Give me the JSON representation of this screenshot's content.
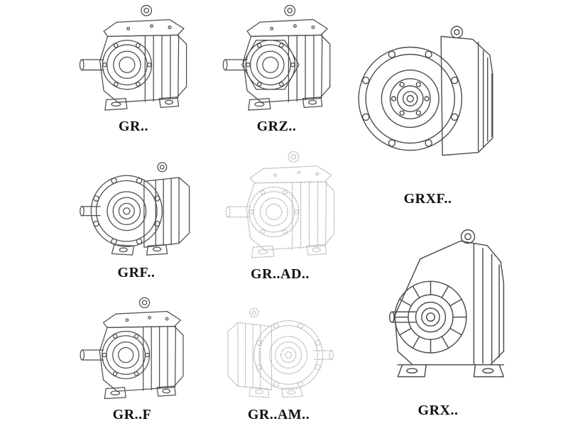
{
  "page": {
    "title": "Gear reducer model catalog",
    "background": "#ffffff"
  },
  "colors": {
    "paper": "#ffffff",
    "ink": "#4d4d4d",
    "ghost": "#bdbdbd",
    "label": "#111111"
  },
  "figures": [
    {
      "id": "gr",
      "label": "GR..",
      "style": "solid",
      "drawing": "foot-mounted-helical-gearbox"
    },
    {
      "id": "grz",
      "label": "GRZ..",
      "style": "solid",
      "drawing": "foot-mounted-helical-gearbox-hex-front"
    },
    {
      "id": "grxf",
      "label": "GRXF..",
      "style": "solid",
      "drawing": "flange-mounted-gearbox-front-view"
    },
    {
      "id": "grf",
      "label": "GRF..",
      "style": "solid",
      "drawing": "flange-and-foot-mounted-gearbox"
    },
    {
      "id": "gr_ad",
      "label": "GR..AD..",
      "style": "dashed",
      "drawing": "gearbox-with-input-adapter-ghosted"
    },
    {
      "id": "gr_f",
      "label": "GR..F",
      "style": "solid",
      "drawing": "foot-mounted-helical-gearbox"
    },
    {
      "id": "gr_am",
      "label": "GR..AM..",
      "style": "dashed",
      "drawing": "gearbox-with-motor-adapter-flange-ghosted"
    },
    {
      "id": "grx",
      "label": "GRX..",
      "style": "solid",
      "drawing": "large-foot-mounted-gearbox-finned-nose"
    }
  ]
}
